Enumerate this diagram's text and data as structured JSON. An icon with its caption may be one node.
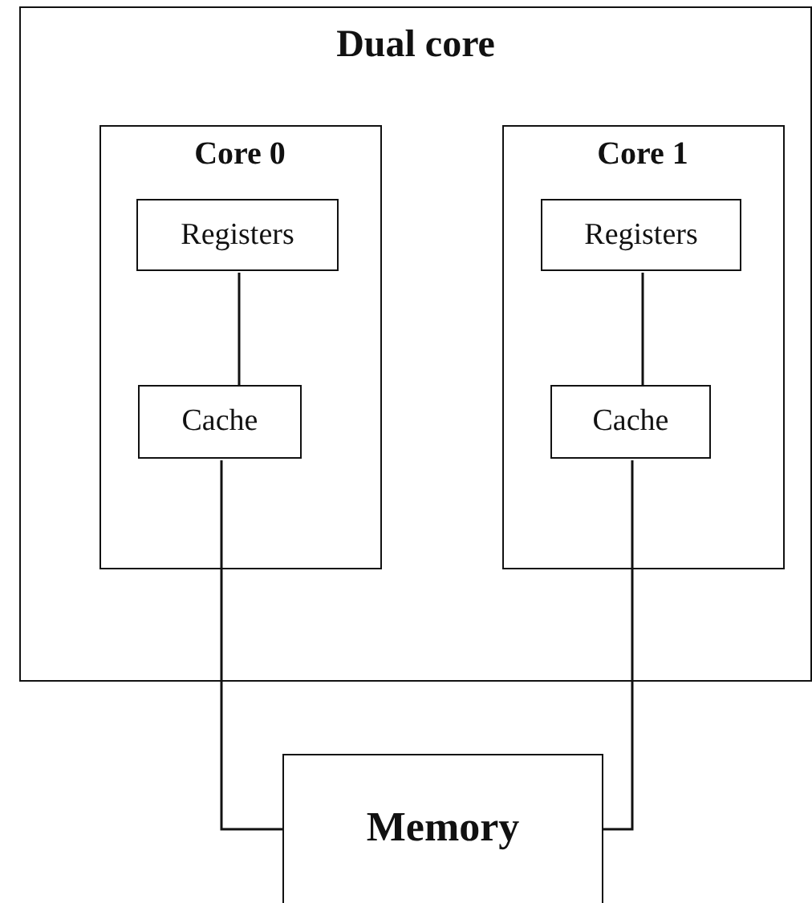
{
  "diagram": {
    "nodes": [
      {
        "text": [
          "Dual core"
        ]
      },
      {
        "text": [
          "Core 0"
        ],
        "in": 0
      },
      {
        "text": [
          "Registers"
        ],
        "in": 1
      },
      {
        "text": [
          "Cache"
        ],
        "in": 1
      },
      {
        "text": [
          "Core 1"
        ],
        "in": 0
      },
      {
        "text": [
          "Registers"
        ],
        "in": 4
      },
      {
        "text": [
          "Cache"
        ],
        "in": 4
      },
      {
        "text": [
          "Memory"
        ]
      }
    ],
    "edges": [
      {
        "from": 2,
        "to": 3,
        "arrow": "none"
      },
      {
        "from": 3,
        "to": 7,
        "arrow": "none"
      },
      {
        "from": 5,
        "to": 6,
        "arrow": "none"
      },
      {
        "from": 6,
        "to": 7,
        "arrow": "none"
      }
    ]
  }
}
